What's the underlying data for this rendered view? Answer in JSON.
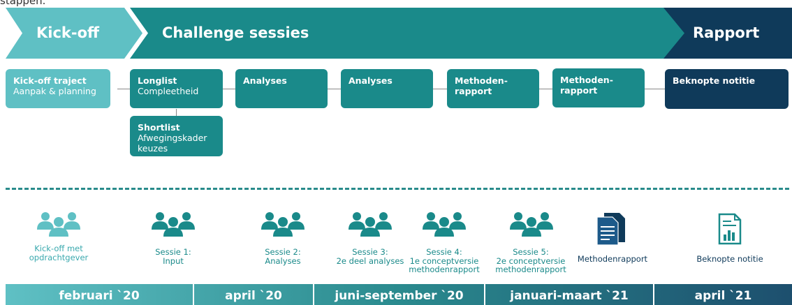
{
  "intro_fragment": "stappen.",
  "phases": [
    {
      "label": "Kick-off",
      "color": "#5fc0c4"
    },
    {
      "label": "Challenge sessies",
      "color": "#1a8a8a"
    },
    {
      "label": "Rapport",
      "color": "#0f3a5a"
    }
  ],
  "boxes": {
    "kickoff": {
      "title": "Kick-off traject",
      "sub": "Aanpak & planning"
    },
    "longlist": {
      "title": "Longlist",
      "sub": "Compleetheid"
    },
    "shortlist": {
      "title": "Shortlist",
      "sub": "Afwegingskader keuzes"
    },
    "analyses1": {
      "title": "Analyses"
    },
    "analyses2": {
      "title": "Analyses"
    },
    "methoden1": {
      "title": "Methoden-rapport"
    },
    "methoden2": {
      "title": "Methoden-rapport"
    },
    "beknopt": {
      "title": "Beknopte notitie"
    }
  },
  "milestones": {
    "m1": {
      "line1": "Kick-off met",
      "line2": "opdrachtgever"
    },
    "m2": {
      "line1": "Sessie 1:",
      "line2": "Input"
    },
    "m3": {
      "line1": "Sessie 2:",
      "line2": "Analyses"
    },
    "m4": {
      "line1": "Sessie 3:",
      "line2": "2e deel analyses"
    },
    "m5": {
      "line1": "Sessie 4:",
      "line2": "1e conceptversie",
      "line3": "methodenrapport"
    },
    "m6": {
      "line1": "Sessie 5:",
      "line2": "2e conceptversie",
      "line3": "methodenrapport"
    },
    "m7": {
      "line1": "Methodenrapport"
    },
    "m8": {
      "line1": "Beknopte notitie"
    }
  },
  "timeline": [
    {
      "label": "februari `20"
    },
    {
      "label": "april `20"
    },
    {
      "label": "juni-september `20"
    },
    {
      "label": "januari-maart `21"
    },
    {
      "label": "april `21"
    }
  ],
  "colors": {
    "light_teal": "#5fc0c4",
    "teal": "#1a8a8a",
    "navy": "#0f3a5a",
    "text_teal": "#1a8a8a"
  }
}
